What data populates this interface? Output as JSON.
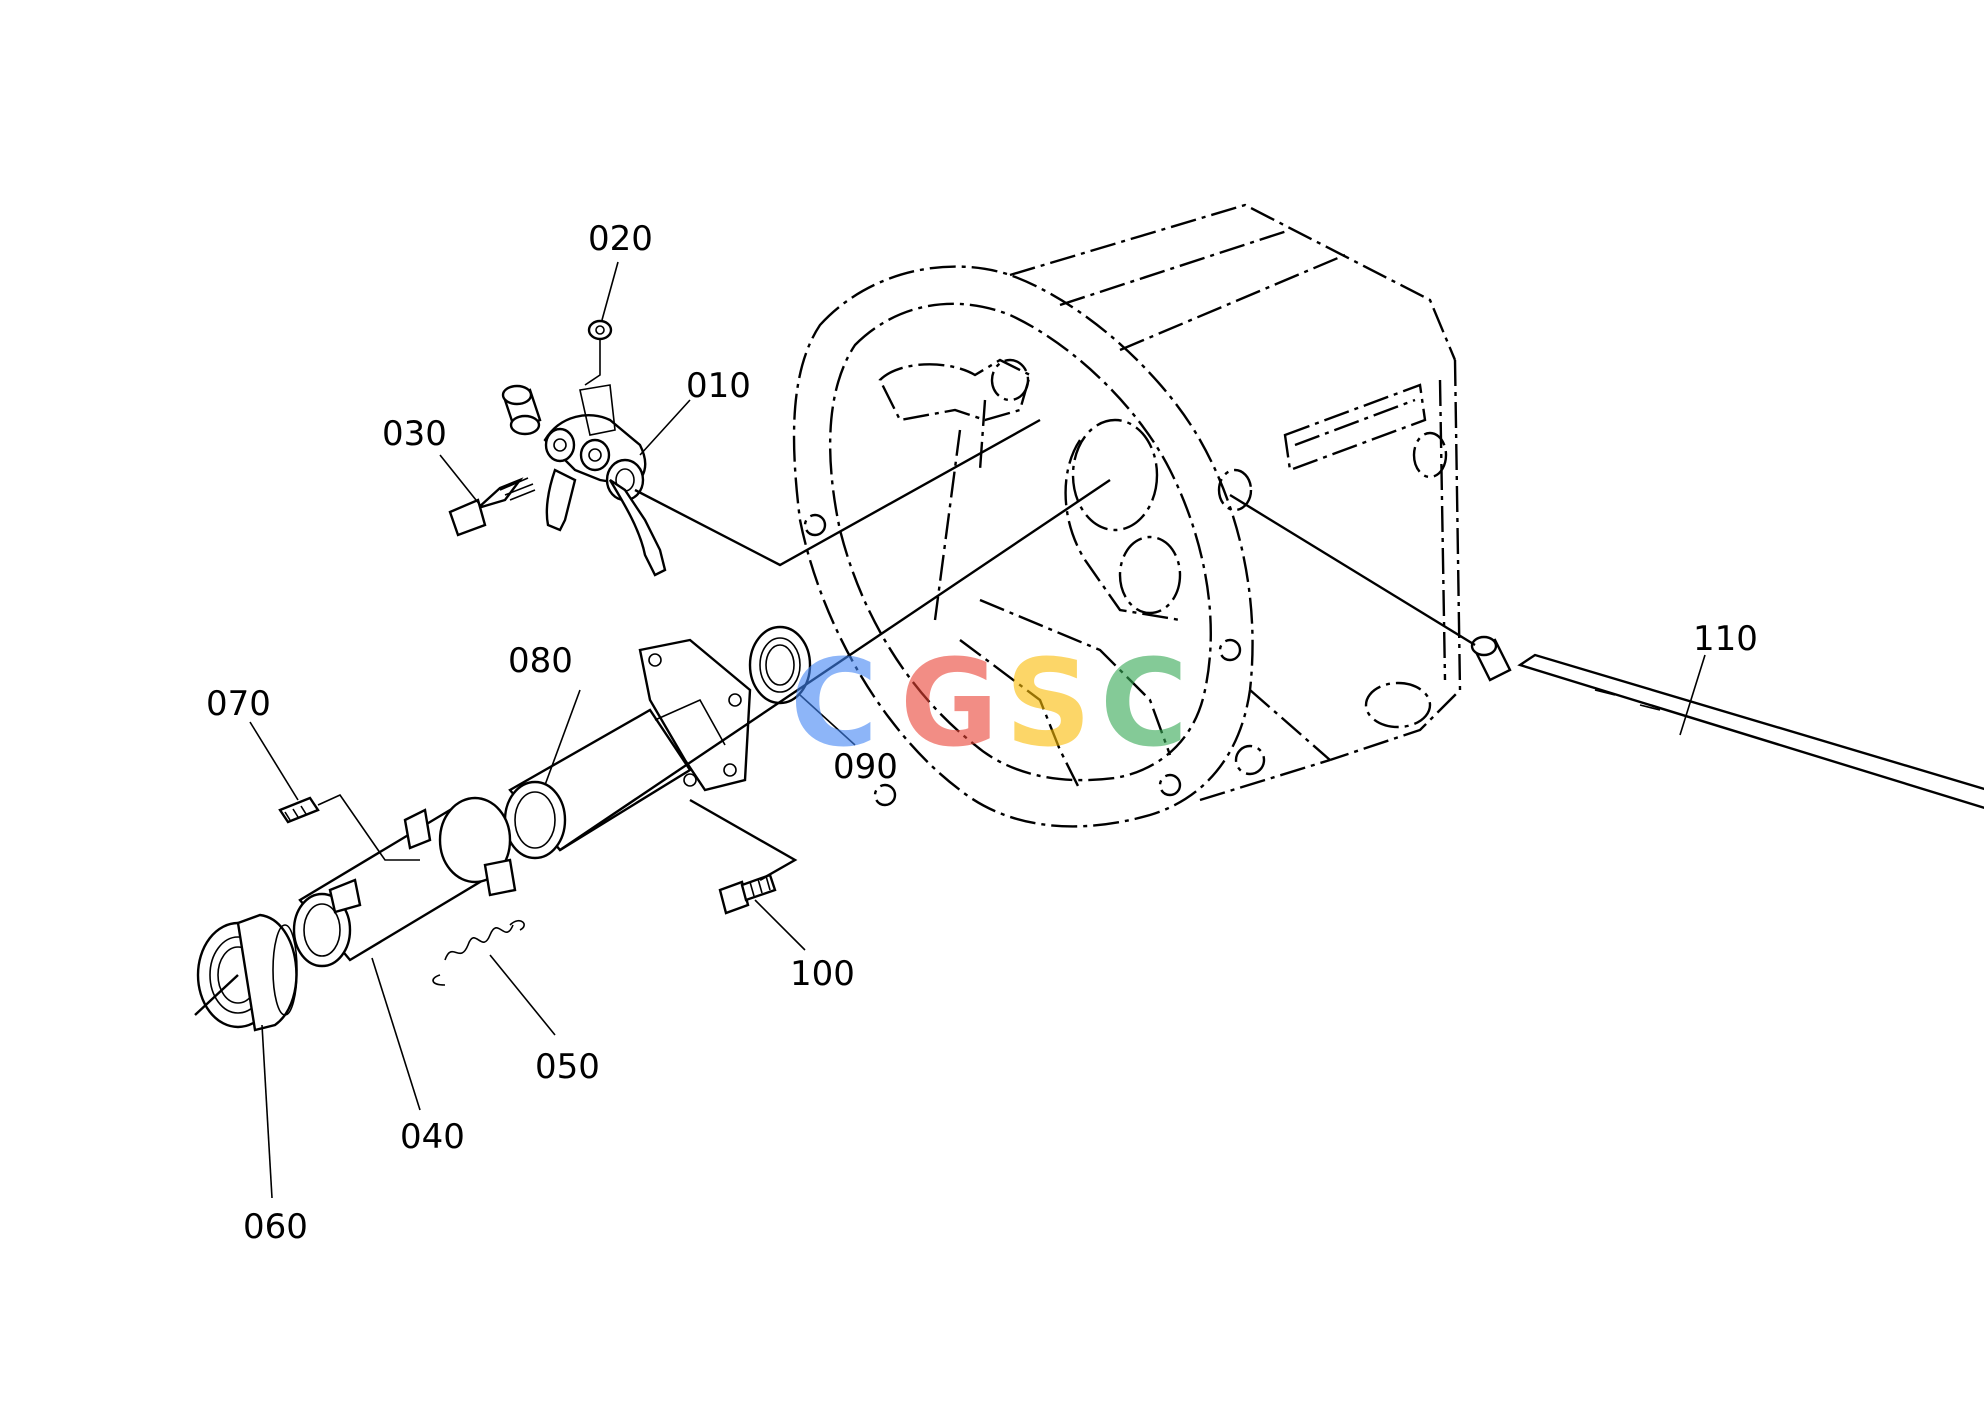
{
  "callouts": {
    "p010": "010",
    "p020": "020",
    "p030": "030",
    "p040": "040",
    "p050": "050",
    "p060": "060",
    "p070": "070",
    "p080": "080",
    "p090": "090",
    "p100": "100",
    "p110": "110"
  },
  "watermark": {
    "letters": [
      "C",
      "G",
      "S",
      "C"
    ],
    "colors": [
      "#4285F4",
      "#EA4335",
      "#FBBC05",
      "#34A853"
    ]
  }
}
